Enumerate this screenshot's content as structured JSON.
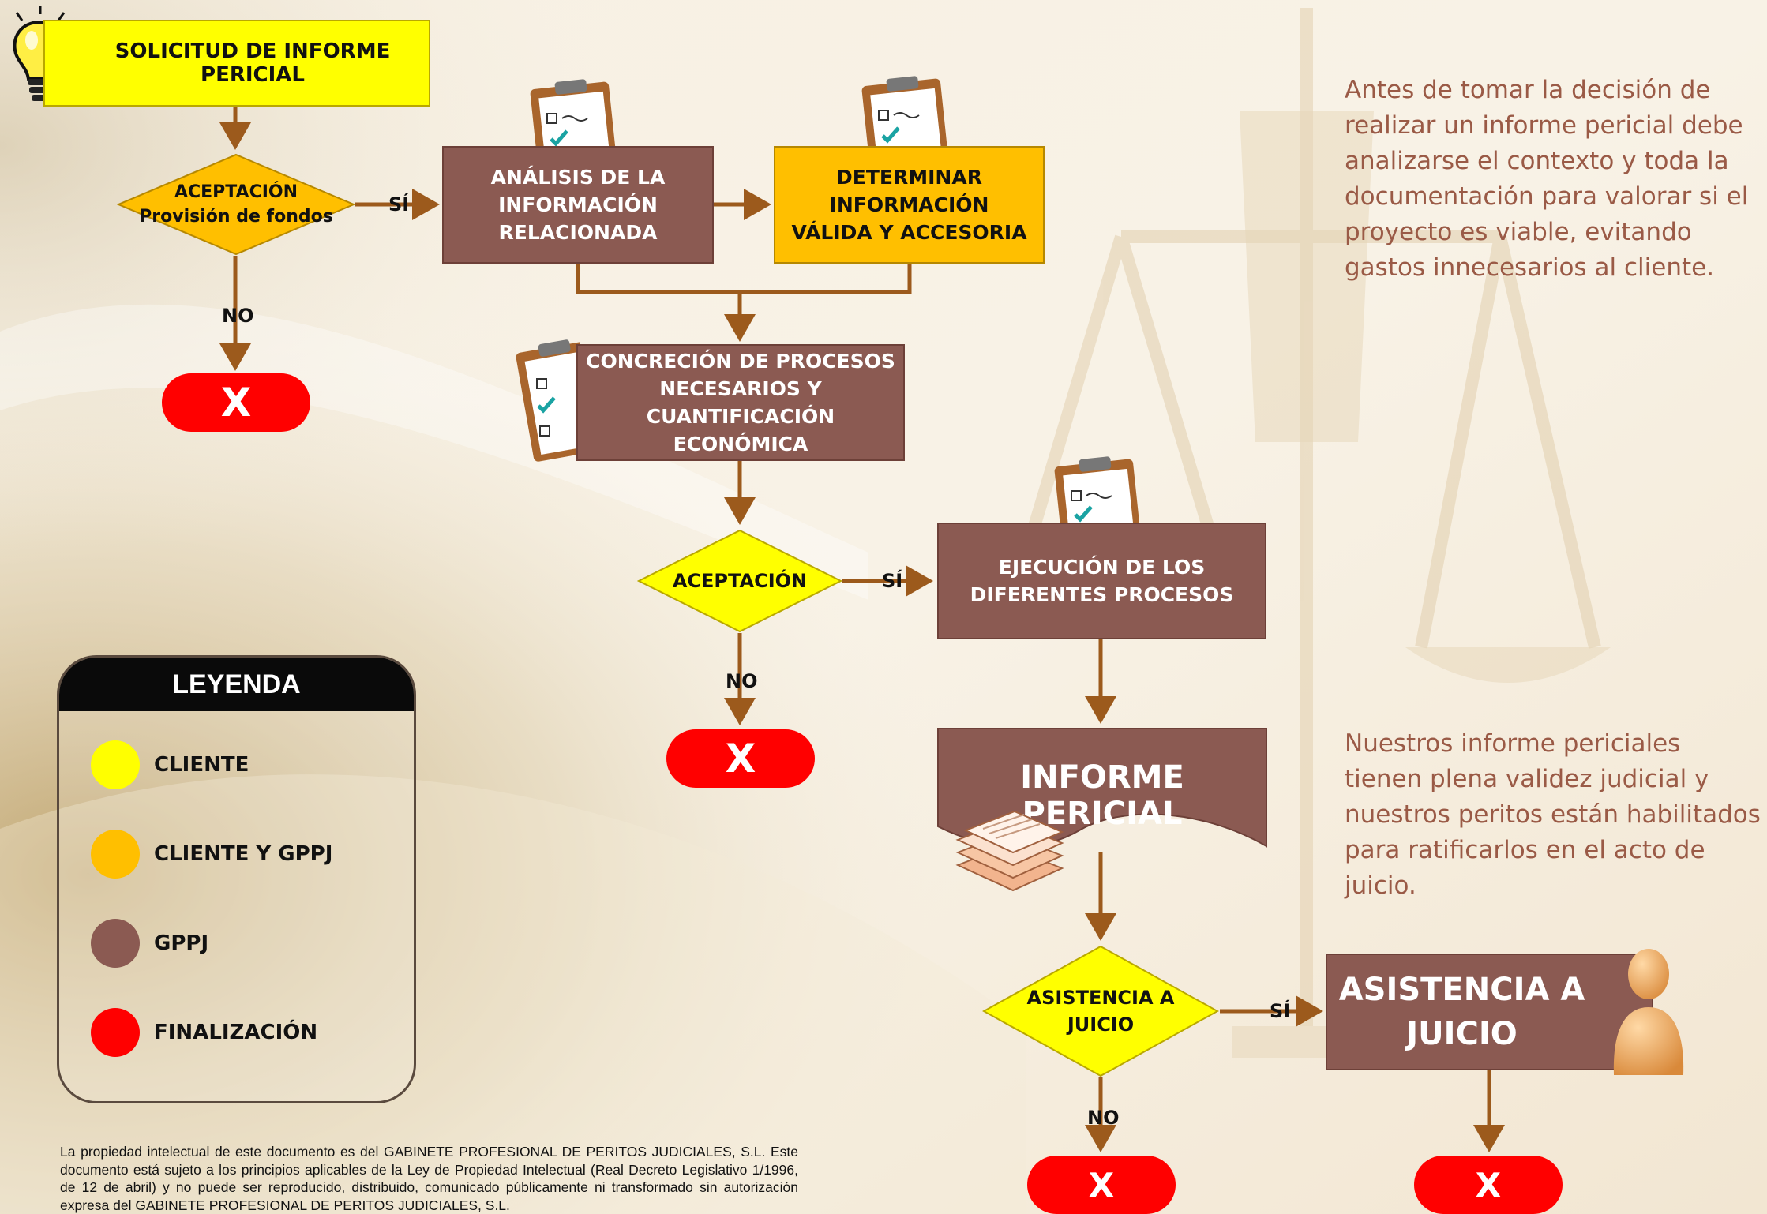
{
  "nodes": {
    "solicitud": "SOLICITUD DE INFORME PERICIAL",
    "aceptacion_fondos_1": "ACEPTACIÓN",
    "aceptacion_fondos_2": "Provisión de fondos",
    "analisis": "ANÁLISIS DE LA INFORMACIÓN RELACIONADA",
    "determinar": "DETERMINAR INFORMACIÓN VÁLIDA Y ACCESORIA",
    "concrecion": "CONCRECIÓN DE PROCESOS NECESARIOS Y CUANTIFICACIÓN ECONÓMICA",
    "aceptacion2": "ACEPTACIÓN",
    "ejecucion": "EJECUCIÓN DE LOS DIFERENTES PROCESOS",
    "informe": "INFORME PERICIAL",
    "asistencia_decision_1": "ASISTENCIA A",
    "asistencia_decision_2": "JUICIO",
    "asistencia_box_1": "ASISTENCIA A",
    "asistencia_box_2": "JUICIO",
    "end_symbol": "X"
  },
  "edge_labels": {
    "yes": "SÍ",
    "no": "NO"
  },
  "notes": {
    "top": "Antes de tomar la decisión de realizar un informe pericial debe analizarse el contexto y toda la documentación para valorar si el proyecto es viable, evitando gastos innecesarios al cliente.",
    "bottom": "Nuestros informe periciales tienen plena validez judicial y nuestros peritos están habilitados para ratificarlos en el acto de juicio."
  },
  "legend": {
    "title": "LEYENDA",
    "items": [
      {
        "label": "CLIENTE",
        "color": "#ffff00"
      },
      {
        "label": "CLIENTE Y GPPJ",
        "color": "#ffbf00"
      },
      {
        "label": "GPPJ",
        "color": "#8b5a52"
      },
      {
        "label": "FINALIZACIÓN",
        "color": "#ff0000"
      }
    ]
  },
  "copyright": "La propiedad intelectual de este documento es del GABINETE PROFESIONAL DE PERITOS JUDICIALES, S.L. Este documento está sujeto a los principios aplicables de la Ley de Propiedad Intelectual  (Real Decreto Legislativo 1/1996, de 12 de abril) y no puede ser reproducido, distribuido, comunicado públicamente ni transformado sin autorización expresa del GABINETE PROFESIONAL DE PERITOS JUDICIALES, S.L.",
  "colors": {
    "cliente": "#ffff00",
    "cliente_gppj": "#ffbf00",
    "gppj": "#8b5a52",
    "finalizacion": "#ff0000",
    "connector": "#9c5a1c",
    "note_text": "#9a5a46"
  }
}
